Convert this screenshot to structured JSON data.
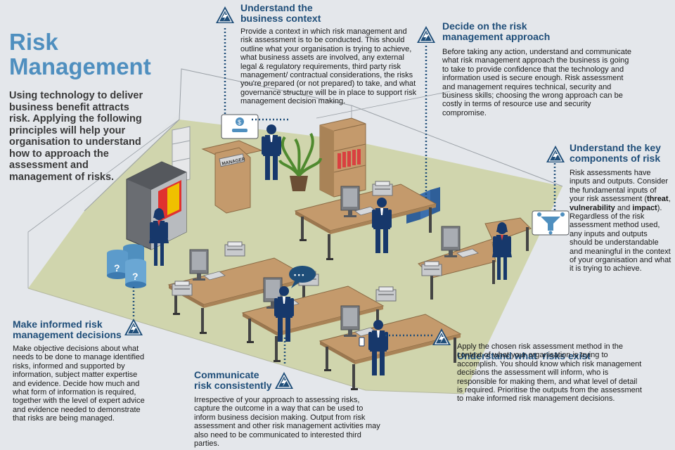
{
  "header": {
    "title_line1": "Risk",
    "title_line2": "Management",
    "intro": "Using technology to deliver business benefit attracts risk. Applying the following principles will help your organisation to understand how to approach the assessment and management of risks."
  },
  "sections": {
    "context": {
      "title_line1": "Understand the",
      "title_line2": "business context",
      "body": "Provide a context in which risk management and risk assessment is to be conducted. This should outline what your organisation is trying to achieve, what business assets are involved, any external legal & regulatory requirements, third party risk management/ contractual considerations, the risks you're prepared (or not prepared) to take, and what governance structure will be in place to support risk management decision making."
    },
    "approach": {
      "title_line1": "Decide on the risk",
      "title_line2": "management approach",
      "body": "Before taking any action, understand and communicate what risk management approach the business is going to take to provide confidence that the technology and information used is secure enough. Risk assessment and management requires technical, security and business skills; choosing the wrong approach can be costly in terms of resource use and security compromise."
    },
    "components": {
      "title_line1": "Understand the key",
      "title_line2": "components of risk",
      "body_pre": "Risk assessments have inputs and outputs. Consider the fundamental inputs of your risk assessment (",
      "b1": "threat",
      "sep1": ", ",
      "b2": "vulnerability",
      "sep2": " and ",
      "b3": "impact",
      "body_post": "). Regardless of the risk assessment method used, any inputs and outputs should be understandable and meaningful in the context of your organisation and what it is trying to achieve."
    },
    "decisions": {
      "title_line1": "Make informed risk",
      "title_line2": "management decisions",
      "body": "Make objective decisions about what needs to be done to manage identified risks, informed and supported by information, subject matter expertise and evidence. Decide how much and what form of information is required, together with the level of expert advice and evidence needed to demonstrate that risks are being managed."
    },
    "communicate": {
      "title_line1": "Communicate",
      "title_line2": "risk consistently",
      "body": "Irrespective of your approach to assessing risks, capture the outcome in a way that can be used to inform business decision making. Output from risk assessment and other risk management activities may also need to be communicated to interested third parties."
    },
    "exist": {
      "title_line1": "Understand what  risks exist",
      "body": "Apply the chosen risk assessment method in the context of what your organisation is trying to accomplish. You should know which risk management decisions the assessment will inform, who is responsible for making them, and what level of detail is required. Prioritise the outputs from the assessment to make informed risk management decisions."
    }
  },
  "scene": {
    "door_sign": "MANAGER",
    "speech_dots": "• • •",
    "data_store_mark": "?",
    "monitor_symbol": "$"
  },
  "colors": {
    "title": "#4f8fbf",
    "heading": "#1f4e79",
    "floor": "#c9cfa3",
    "desk": "#c49a6c",
    "person": "#17386b",
    "accent_red": "#d94040",
    "cabinet_blue": "#2f5f99"
  },
  "icons": [
    "warning-triangle-icon",
    "speech-bubble-icon",
    "funnel-icon",
    "money-screen-icon",
    "question-cylinder-icon"
  ]
}
